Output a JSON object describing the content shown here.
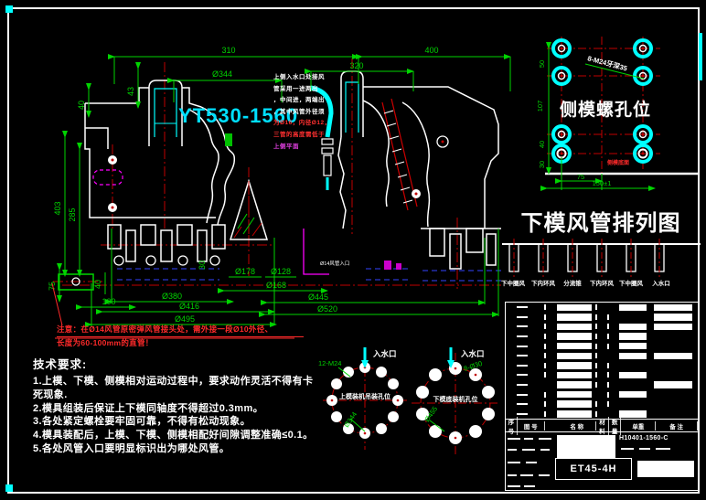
{
  "sheet": {
    "main_title": "YT530-1560",
    "drawing_number": "H10401-1560-C",
    "model_code": "ET45-4H"
  },
  "colors": {
    "title_cyan": "#00e0ff",
    "dim_green": "#00d400",
    "centerline_red": "#c00000",
    "note_red": "#ff2a2a",
    "magenta": "#ff00ff",
    "cyan": "#00ffff",
    "white": "#ffffff"
  },
  "main_view": {
    "dims": {
      "top_310": "310",
      "top_400": "400",
      "top_d344": "Ø344",
      "top_320": "320",
      "left_43": "43",
      "left_40a": "40",
      "left_403": "403",
      "left_285": "285",
      "left_75": "75",
      "left_40b": "40",
      "left_100": "100",
      "bot_d178": "Ø178",
      "bot_d128": "Ø128",
      "bot_d168": "Ø168",
      "bot_d380": "Ø380",
      "bot_d416": "Ø416",
      "bot_d445": "Ø445",
      "bot_d495": "Ø495",
      "bot_d520": "Ø520",
      "right_30": "30"
    },
    "pipe_inlet_label": "Ø14风管入口",
    "annotation_lines": [
      "上侧入水口处接风",
      "管采用一进两出",
      "，中间进，两端出",
      "，其中风管外径须",
      "为Ø16，内径Ø12，",
      "三管的高度需低于",
      "上侧平面"
    ],
    "red_note_line1": "注意：在Ø14风管原密弹风管接头处，需外接一段Ø10外径、",
    "red_note_line2": "长度为60-100mm的直管！"
  },
  "side_mold_detail": {
    "title": "侧模螺孔位",
    "thread_label": "8-M24牙深35",
    "base_label": "侧模底面",
    "dim_50": "50",
    "dim_107": "107",
    "dim_40": "40",
    "dim_30": "30",
    "dim_75": "75",
    "dim_150": "150±1"
  },
  "pipe_layout": {
    "title": "下模风管排列图",
    "labels": [
      "下中圈风",
      "下内环风",
      "分流锥",
      "下内环风",
      "下中圈风",
      "入水口"
    ]
  },
  "hole_diagrams": {
    "left": {
      "inlet": "入水口",
      "bolt_label": "12-M24",
      "circle_label": "Ø344",
      "center_label": "上模装机吊装孔位"
    },
    "right": {
      "inlet": "入水口",
      "bolt_label": "8-Ø30",
      "circle_label": "Ø455",
      "center_label": "下模底装机孔位"
    }
  },
  "tech_req": {
    "title": "技术要求:",
    "lines": [
      "1.上模、下模、侧模相对运动过程中，要求动作灵活不得有卡",
      "死现象.",
      "2.模具组装后保证上下模同轴度不得超过0.3mm。",
      "3.各处紧定螺栓要牢固可靠，不得有松动现象。",
      "4.模具装配后，上模、下模、侧模相配好间隙调整准确≤0.1。",
      "5.各处风管入口要明显标识出为哪处风管。"
    ]
  },
  "bom": {
    "headers": [
      "序号",
      "图 号",
      "名 称",
      "材料",
      "数量",
      "单重",
      "备 注"
    ]
  }
}
